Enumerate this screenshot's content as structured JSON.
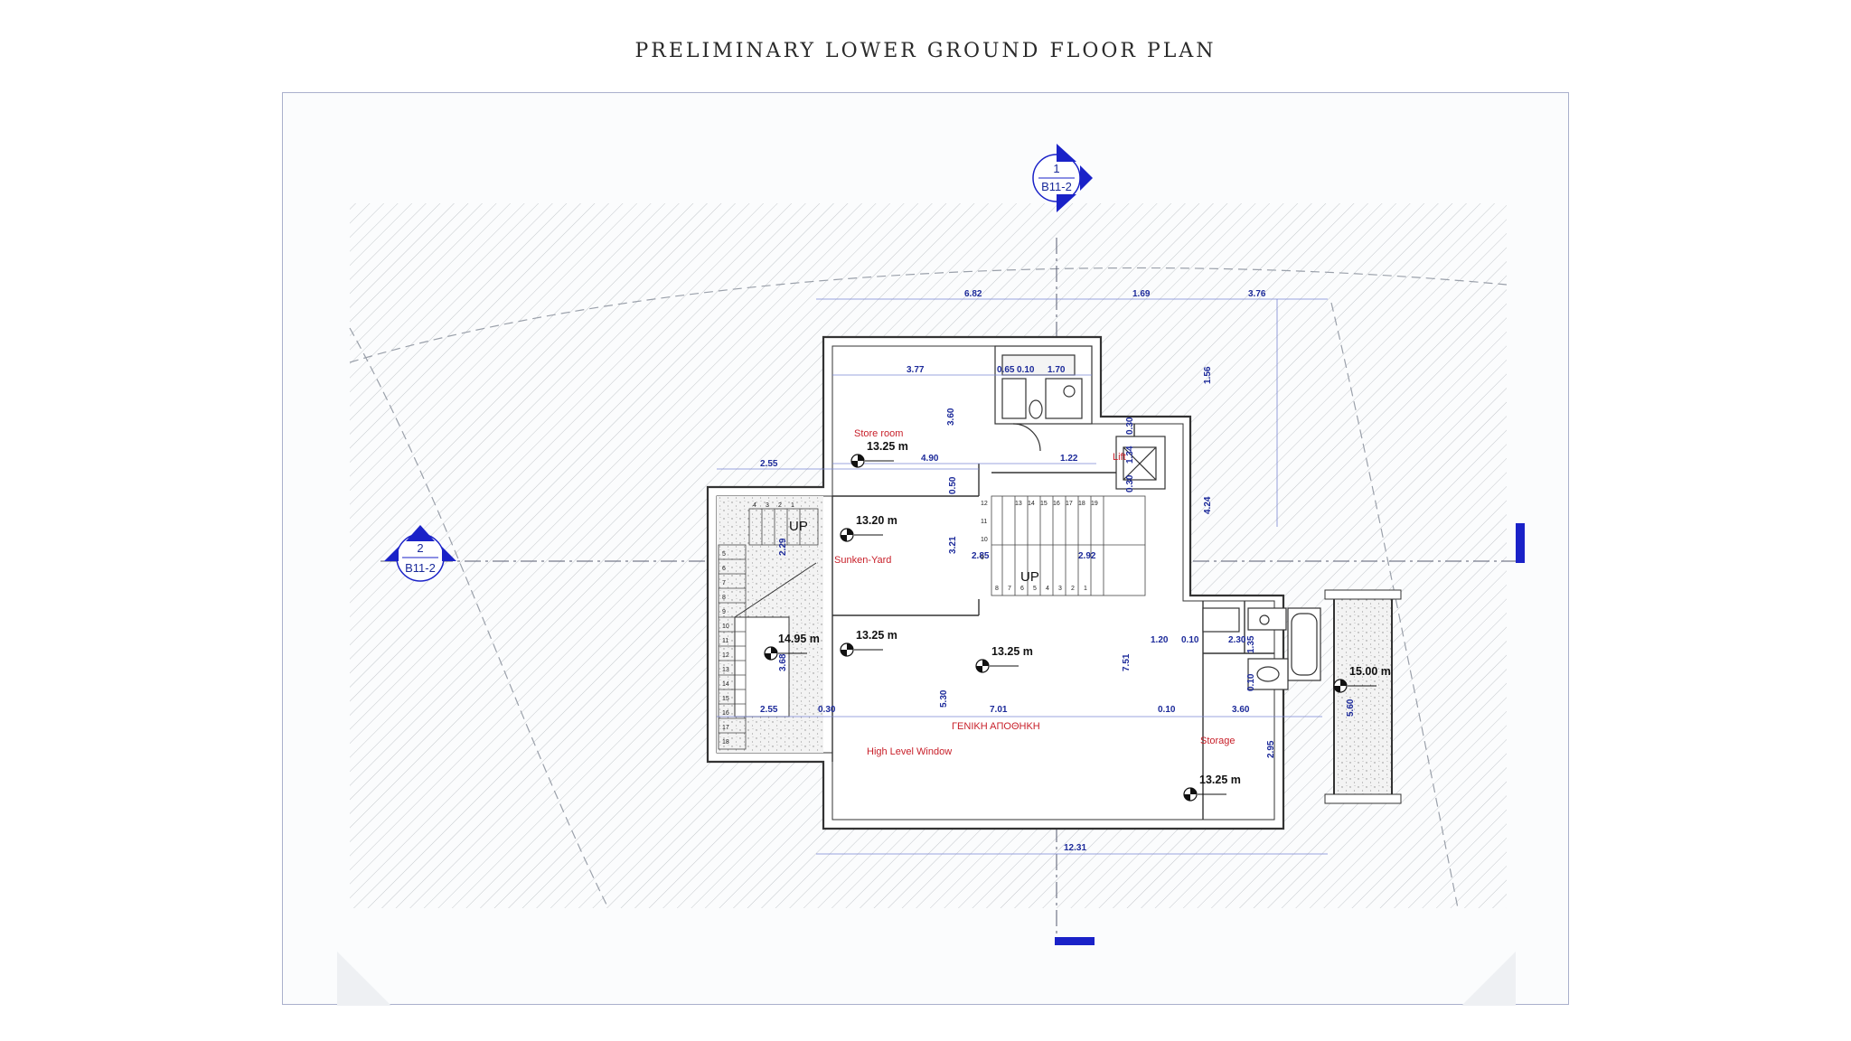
{
  "title": "PRELIMINARY LOWER GROUND FLOOR PLAN",
  "colors": {
    "accent": "#1a22c8",
    "dimension": "#1c2a9a",
    "room_label": "#c8202a",
    "frame": "#aab0cc"
  },
  "section_markers": [
    {
      "number": "1",
      "sheet": "B11-2"
    },
    {
      "number": "2",
      "sheet": "B11-2"
    }
  ],
  "rooms": {
    "store_room": "Store room",
    "lift": "Lift",
    "sunken_yard": "Sunken-Yard",
    "general_storage": "ΓΕΝΙΚΗ ΑΠΟΘΗΚΗ",
    "high_level_window": "High Level Window",
    "storage": "Storage"
  },
  "stairs": {
    "up_left": "UP",
    "up_center": "UP"
  },
  "elevations": {
    "store_room": "13.25 m",
    "stair_landing": "13.20 m",
    "left_yard": "14.95 m",
    "hall_left": "13.25 m",
    "hall_center": "13.25 m",
    "storage": "13.25 m",
    "right_terrace": "15.00 m"
  },
  "dimensions": {
    "top_1": "6.82",
    "top_2": "1.69",
    "top_3": "3.76",
    "store_w": "3.77",
    "wc_a": "0.65",
    "wc_b": "0.10",
    "wc_c": "1.70",
    "store_h": "3.60",
    "right_v": "1.56",
    "d_255_top": "2.55",
    "d_490": "4.90",
    "d_122": "1.22",
    "lift_v": "0.30",
    "lift_h": "1.34",
    "lift_v2": "0.30",
    "d_050": "0.50",
    "d_424": "4.24",
    "d_229": "2.29",
    "d_321": "3.21",
    "d_285": "2.85",
    "d_292": "2.92",
    "d_120": "1.20",
    "d_010a": "0.10",
    "d_230": "2.30",
    "d_135": "1.35",
    "d_010b": "0.10",
    "d_751": "7.51",
    "d_368": "3.68",
    "d_530": "5.30",
    "d_255_bot": "2.55",
    "d_030": "0.30",
    "d_701": "7.01",
    "d_010c": "0.10",
    "d_360": "3.60",
    "d_560": "5.60",
    "d_295": "2.95",
    "bottom": "12.31"
  },
  "stair_numbers": {
    "top_left": [
      "4",
      "3",
      "2",
      "1"
    ],
    "center_top": [
      "13",
      "14",
      "15",
      "16",
      "17",
      "18",
      "19"
    ],
    "center_bottom": [
      "8",
      "7",
      "6",
      "5",
      "4",
      "3",
      "2",
      "1"
    ],
    "center_side": [
      "12",
      "11",
      "10",
      "9"
    ],
    "left_run": [
      "5",
      "6",
      "7",
      "8",
      "9",
      "10",
      "11",
      "12",
      "13",
      "14",
      "15",
      "16",
      "17",
      "18"
    ]
  }
}
